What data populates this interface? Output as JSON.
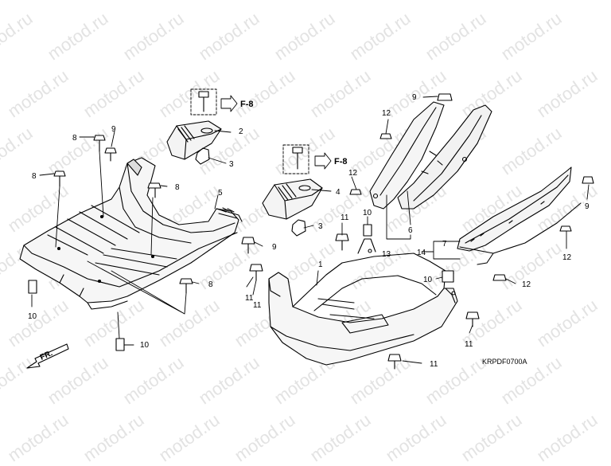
{
  "diagram": {
    "drawing_code": "KRPDF0700A",
    "front_label": "FR.",
    "watermark": "motod.ru",
    "ref_labels": [
      "F-8",
      "F-8"
    ],
    "callouts": [
      "1",
      "2",
      "3",
      "3",
      "4",
      "5",
      "6",
      "7",
      "8",
      "8",
      "8",
      "8",
      "9",
      "9",
      "9",
      "9",
      "10",
      "10",
      "10",
      "10",
      "11",
      "11",
      "11",
      "11",
      "11",
      "12",
      "12",
      "12",
      "12",
      "13",
      "14"
    ],
    "colors": {
      "line": "#000000",
      "background": "#ffffff",
      "watermark": "#e3e3e3"
    }
  }
}
